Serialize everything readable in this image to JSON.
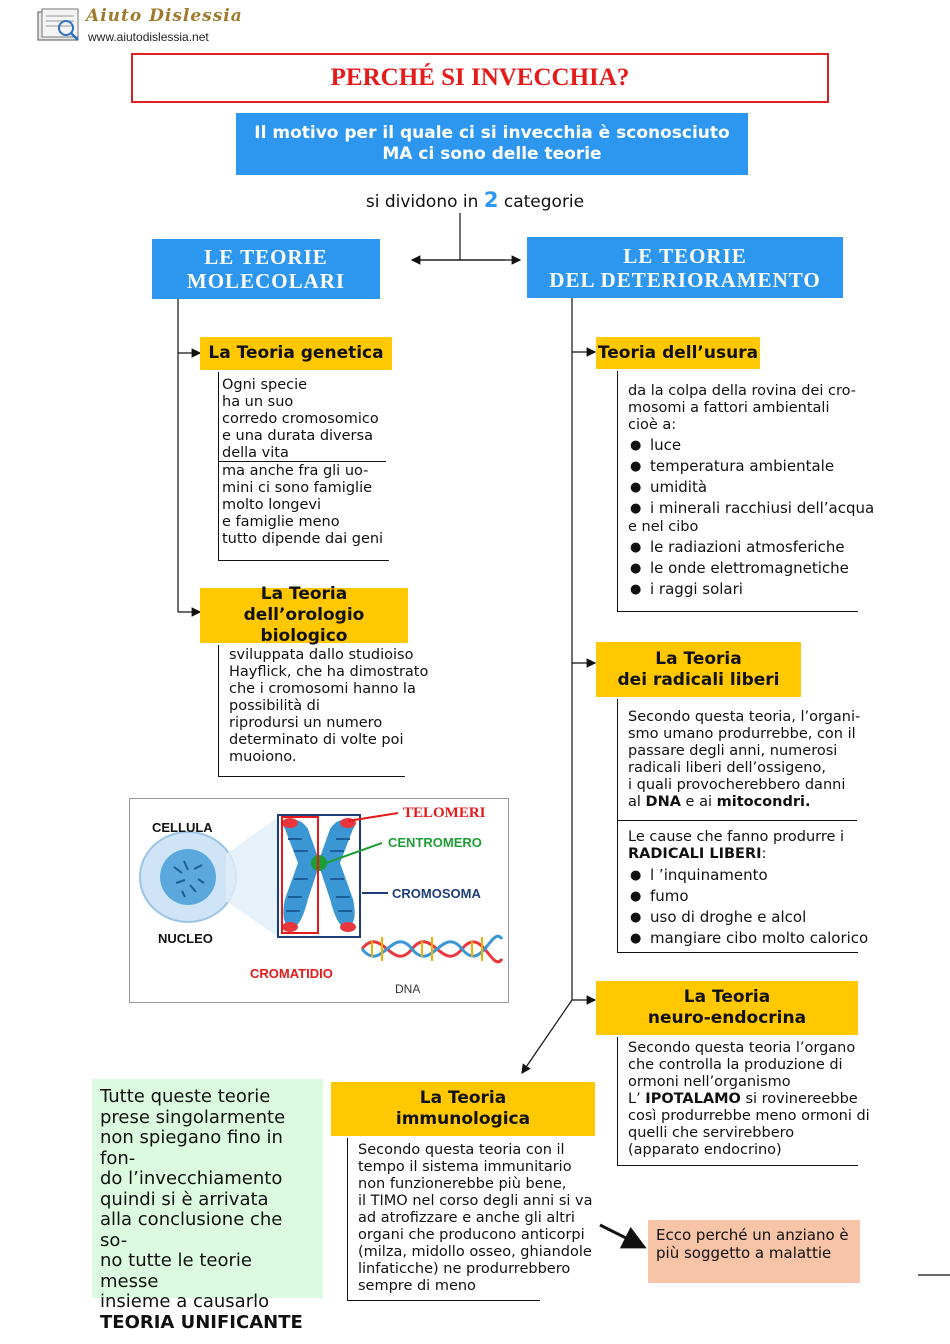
{
  "header": {
    "brand_name": "Aiuto Dislessia",
    "url": "www.aiutodislessia.net"
  },
  "title": "PERCHÉ SI INVECCHIA?",
  "intro": {
    "line1": "Il motivo per il quale ci si invecchia è sconosciuto",
    "line2": "MA ci sono delle teorie"
  },
  "split": {
    "before": "si dividono in",
    "number": "2",
    "after": "categorie"
  },
  "molecular": {
    "heading_line1": "LE  TEORIE",
    "heading_line2": "MOLECOLARI",
    "genetica": {
      "title": "La Teoria genetica",
      "part1": [
        "Ogni specie",
        "ha un suo",
        "corredo cromosomico",
        "e una durata diversa",
        "della vita"
      ],
      "part2": [
        "ma anche fra gli uo-",
        "mini ci sono famiglie",
        "molto longevi",
        "e famiglie meno",
        "tutto dipende dai geni"
      ]
    },
    "orologio": {
      "title_line1": "La Teoria",
      "title_line2": "dell’orologio biologico",
      "text": [
        "sviluppata dallo studioiso",
        "Hayflick, che ha dimostrato",
        "che i cromosomi hanno la",
        "possibilità di",
        "riprodursi un numero",
        "determinato di volte poi",
        "muoiono."
      ]
    }
  },
  "deterioramento": {
    "heading_line1": "LE  TEORIE",
    "heading_line2": "DEL  DETERIORAMENTO",
    "usura": {
      "title": "Teoria dell’usura",
      "intro": [
        "da la colpa della  rovina dei cro-",
        "mosomi a fattori ambientali",
        "cioè a:"
      ],
      "items": [
        "luce",
        "temperatura ambientale",
        "umidità",
        " i minerali racchiusi dell’acqua",
        "le radiazioni atmosferiche",
        "le onde elettromagnetiche",
        "i raggi solari"
      ],
      "item_continuation": "e nel cibo"
    },
    "radicali": {
      "title_line1": "La Teoria",
      "title_line2": "dei radicali liberi",
      "text": [
        "Secondo questa teoria, l’organi-",
        "smo umano produrrebbe, con il",
        "passare degli anni, numerosi",
        "radicali liberi dell’ossigeno,",
        "i quali provocherebbero danni"
      ],
      "text_last_prefix": "al ",
      "text_dna": "DNA",
      "text_mid": " e ai ",
      "text_mito": "mitocondri.",
      "causes_line1": "Le cause che fanno produrre i",
      "causes_line2": "RADICALI LIBERI",
      "causes_colon": ":",
      "items": [
        "l ’inquinamento",
        "fumo",
        "uso di droghe e alcol",
        "mangiare cibo molto calorico"
      ]
    },
    "neuro": {
      "title_line1": "La Teoria",
      "title_line2": "neuro-endocrina",
      "text": [
        "Secondo questa teoria l’organo",
        "che controlla la produzione di",
        "ormoni nell’organismo"
      ],
      "ipo_prefix": "L’ ",
      "ipo": "IPOTALAMO",
      "ipo_suffix": " si rovinereebbe",
      "text2": [
        "così produrrebbe meno ormoni di",
        "quelli che servirebbero",
        "(apparato endocrino)"
      ]
    },
    "immuno": {
      "title_line1": "La Teoria",
      "title_line2": "immunologica",
      "text": [
        "Secondo questa teoria con il",
        "tempo il sistema immunitario",
        "non funzionerebbe più bene,",
        "il TIMO nel corso degli anni si va",
        "ad atrofizzare e anche gli altri",
        "organi che producono anticorpi",
        "(milza, midollo osseo, ghiandole",
        "linfaticche) ne produrrebbero",
        "sempre di meno"
      ]
    }
  },
  "conclusion": {
    "lines": [
      "Tutte queste teorie",
      "prese singolarmente",
      "non spiegano fino in fon-",
      "do l’invecchiamento",
      "quindi si è arrivata",
      "alla conclusione che so-",
      "no tutte le teorie messe",
      "insieme a causarlo"
    ],
    "bold": "TEORIA UNIFICANTE"
  },
  "note": {
    "line1": "Ecco perché un anziano è",
    "line2": "più soggetto a malattie"
  },
  "illustration": {
    "cellula": "CELLULA",
    "nucleo": "NUCLEO",
    "telomeri": "TELOMERI",
    "centromero": "CENTROMERO",
    "cromosoma": "CROMOSOMA",
    "cromatidio": "CROMATIDIO",
    "dna": "DNA"
  },
  "colors": {
    "blue": "#2d97f0",
    "yellow": "#ffc800",
    "red": "#e51a1a",
    "green_label": "#1d9e34",
    "navy_label": "#1f3c7a",
    "green_box": "#dcfadf",
    "pink_box": "#f7c4a8"
  }
}
